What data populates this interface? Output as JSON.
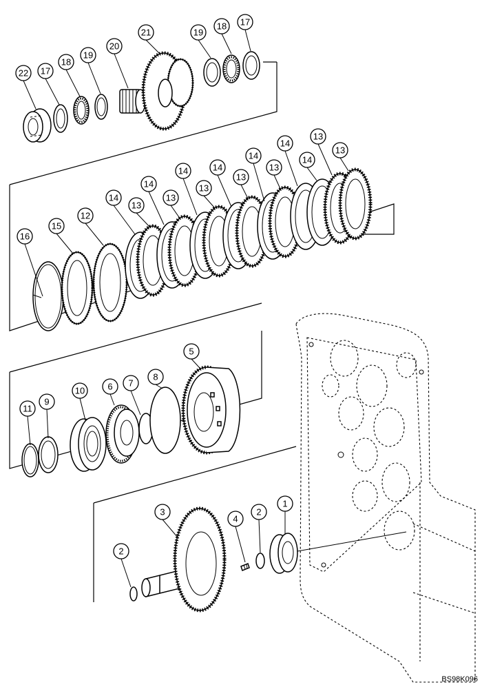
{
  "reference_code": "BS98K096",
  "callouts": [
    {
      "label": "22"
    },
    {
      "label": "17"
    },
    {
      "label": "18"
    },
    {
      "label": "19"
    },
    {
      "label": "20"
    },
    {
      "label": "21"
    },
    {
      "label": "19"
    },
    {
      "label": "18"
    },
    {
      "label": "17"
    },
    {
      "label": "16"
    },
    {
      "label": "15"
    },
    {
      "label": "12"
    },
    {
      "label": "14"
    },
    {
      "label": "13"
    },
    {
      "label": "14"
    },
    {
      "label": "13"
    },
    {
      "label": "14"
    },
    {
      "label": "13"
    },
    {
      "label": "14"
    },
    {
      "label": "13"
    },
    {
      "label": "14"
    },
    {
      "label": "13"
    },
    {
      "label": "14"
    },
    {
      "label": "14"
    },
    {
      "label": "13"
    },
    {
      "label": "13"
    },
    {
      "label": "5"
    },
    {
      "label": "10"
    },
    {
      "label": "6"
    },
    {
      "label": "7"
    },
    {
      "label": "8"
    },
    {
      "label": "11"
    },
    {
      "label": "9"
    },
    {
      "label": "3"
    },
    {
      "label": "4"
    },
    {
      "label": "2"
    },
    {
      "label": "1"
    },
    {
      "label": "2"
    }
  ]
}
